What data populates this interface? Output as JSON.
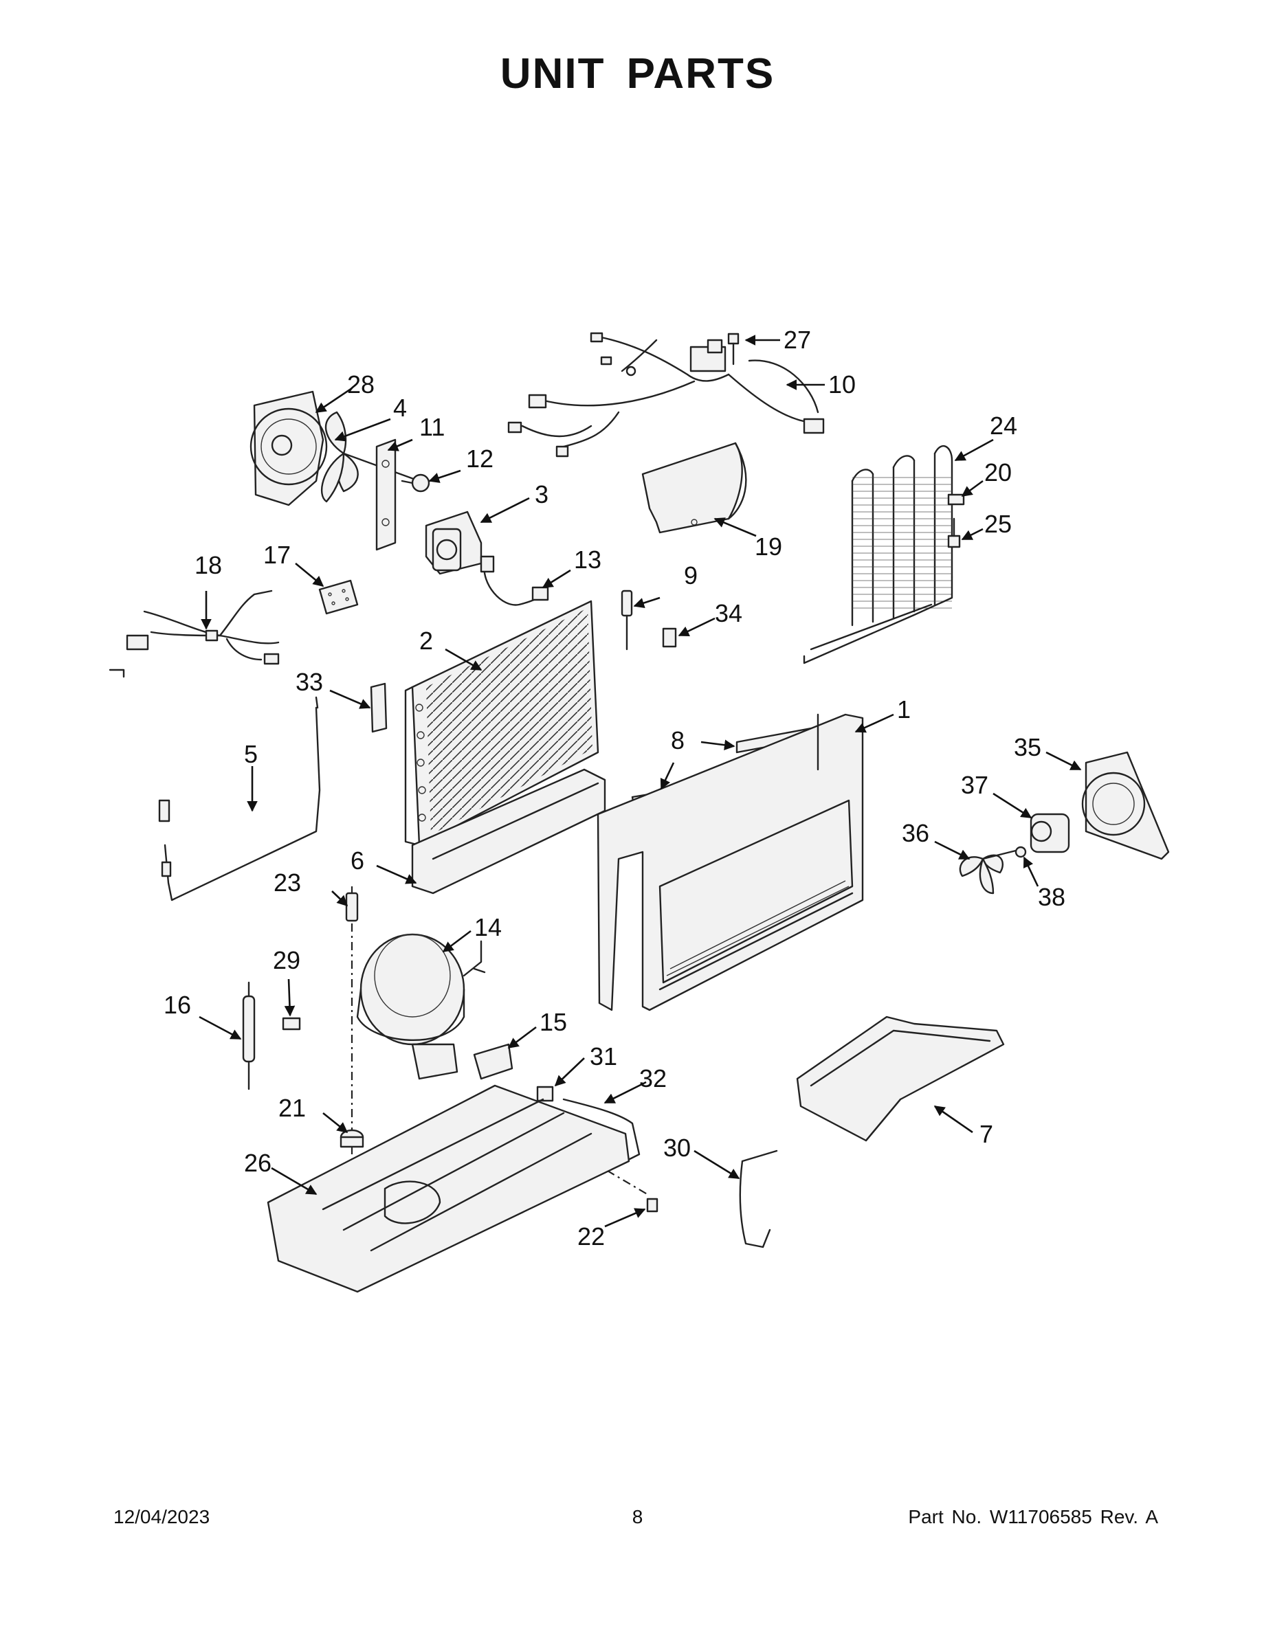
{
  "title": "UNIT  PARTS",
  "callouts": {
    "c1": "1",
    "c2": "2",
    "c3": "3",
    "c4": "4",
    "c5": "5",
    "c6": "6",
    "c7": "7",
    "c8": "8",
    "c9": "9",
    "c10": "10",
    "c11": "11",
    "c12": "12",
    "c13": "13",
    "c14": "14",
    "c15": "15",
    "c16": "16",
    "c17": "17",
    "c18": "18",
    "c19": "19",
    "c20": "20",
    "c21": "21",
    "c22": "22",
    "c23": "23",
    "c24": "24",
    "c25": "25",
    "c26": "26",
    "c27": "27",
    "c28": "28",
    "c29": "29",
    "c30": "30",
    "c31": "31",
    "c32": "32",
    "c33": "33",
    "c34": "34",
    "c35": "35",
    "c36": "36",
    "c37": "37",
    "c38": "38"
  },
  "footer": {
    "date": "12/04/2023",
    "page": "8",
    "part": "Part No.  W11706585  Rev.  A"
  }
}
